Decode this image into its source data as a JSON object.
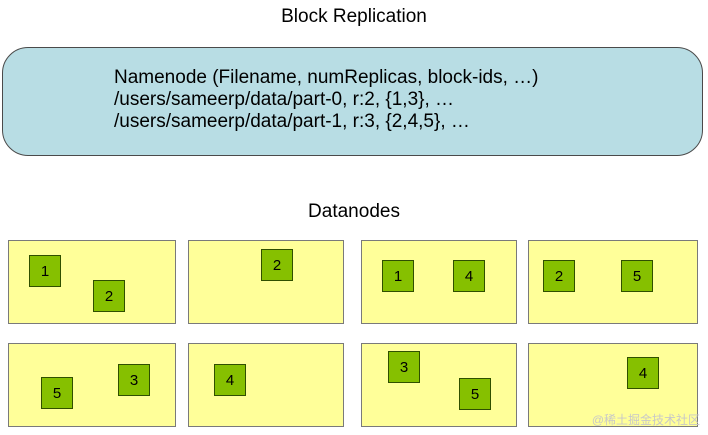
{
  "title": "Block Replication",
  "namenode": {
    "lines": [
      "Namenode (Filename, numReplicas, block-ids, …)",
      "/users/sameerp/data/part-0, r:2, {1,3}, …",
      "/users/sameerp/data/part-1, r:3, {2,4,5}, …"
    ]
  },
  "datanodes_title": "Datanodes",
  "datanodes": [
    {
      "blocks": [
        "1",
        "2"
      ]
    },
    {
      "blocks": [
        "2"
      ]
    },
    {
      "blocks": [
        "1",
        "4"
      ]
    },
    {
      "blocks": [
        "2",
        "5"
      ]
    },
    {
      "blocks": [
        "5",
        "3"
      ]
    },
    {
      "blocks": [
        "4"
      ]
    },
    {
      "blocks": [
        "3",
        "5"
      ]
    },
    {
      "blocks": [
        "4"
      ]
    }
  ],
  "watermark": "@稀土掘金技术社区",
  "colors": {
    "namenode_fill": "#b8dde4",
    "datanode_fill": "#ffff99",
    "block_fill": "#86c000"
  }
}
